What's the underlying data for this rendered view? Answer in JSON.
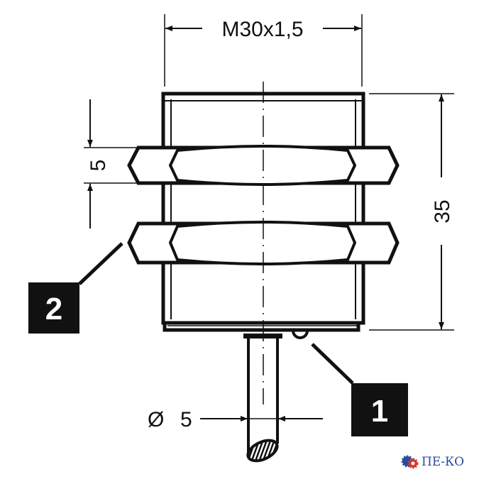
{
  "title": "Inductive sensor M30 dimension drawing",
  "dimensions": {
    "thread": "M30x1,5",
    "length": "35",
    "nut_thickness": "5",
    "cable_diameter_symbol": "Ø",
    "cable_diameter": "5"
  },
  "callouts": {
    "cable_label": "1",
    "nut_label": "2"
  },
  "logo": {
    "text": "ПЕ-КО"
  },
  "colors": {
    "line": "#111111",
    "logo_blue": "#2a4aa0",
    "logo_red": "#d23a2a"
  }
}
